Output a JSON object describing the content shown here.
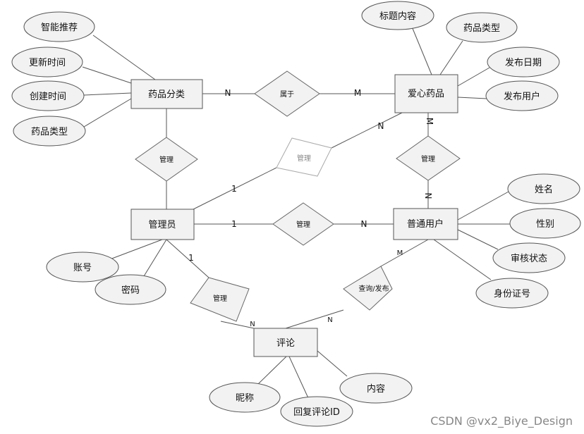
{
  "entities": {
    "category": "药品分类",
    "medicine": "爱心药品",
    "admin": "管理员",
    "user": "普通用户",
    "comment": "评论"
  },
  "relations": {
    "belongs": "属于",
    "manage_category": "管理",
    "manage_medicine": "管理",
    "manage_user_admin": "管理",
    "manage_user_medicine": "管理",
    "manage_comment": "管理",
    "query_publish": "查询/发布"
  },
  "attributes": {
    "category": [
      "智能推荐",
      "更新时间",
      "创建时间",
      "药品类型"
    ],
    "medicine": [
      "标题内容",
      "药品类型",
      "发布日期",
      "发布用户"
    ],
    "user": [
      "姓名",
      "性别",
      "审核状态",
      "身份证号"
    ],
    "admin": [
      "账号",
      "密码"
    ],
    "comment": [
      "昵称",
      "回复评论ID",
      "内容"
    ]
  },
  "cardinalities": {
    "category_belongs": "N",
    "belongs_medicine": "M",
    "admin_medicine": "1",
    "medicine_admin": "N",
    "medicine_user": "M",
    "user_medicine": "N",
    "admin_user": "1",
    "user_admin": "N",
    "admin_comment": "1",
    "comment_admin": "N",
    "user_comment": "M",
    "comment_user": "N"
  },
  "watermark": "CSDN @vx2_Biye_Design"
}
